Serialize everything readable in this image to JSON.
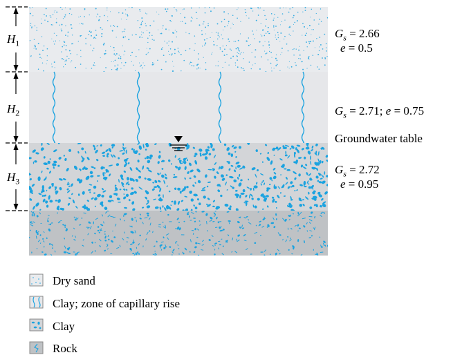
{
  "dimensions": [
    {
      "symbol": "H",
      "subscript": "1"
    },
    {
      "symbol": "H",
      "subscript": "2"
    },
    {
      "symbol": "H",
      "subscript": "3"
    }
  ],
  "layers": [
    {
      "id": "dry-sand",
      "gs_symbol": "G",
      "gs_sub": "s",
      "gs_value": "= 2.66",
      "e_symbol": "e",
      "e_value": "= 0.5"
    },
    {
      "id": "capillary",
      "gs_symbol": "G",
      "gs_sub": "s",
      "gs_value": "= 2.71;",
      "e_symbol": "e",
      "e_value": "= 0.75"
    },
    {
      "id": "clay",
      "gs_symbol": "G",
      "gs_sub": "s",
      "gs_value": "= 2.72",
      "e_symbol": "e",
      "e_value": "= 0.95"
    }
  ],
  "groundwater_label": "Groundwater table",
  "legend": [
    {
      "key": "dry-sand",
      "label": "Dry sand"
    },
    {
      "key": "capillary",
      "label": "Clay; zone of capillary rise"
    },
    {
      "key": "clay",
      "label": "Clay"
    },
    {
      "key": "rock",
      "label": "Rock"
    }
  ],
  "colors": {
    "sand_bg": "#e9ebee",
    "capillary_bg": "#e6e7ea",
    "clay_bg": "#d3d5d8",
    "rock_bg": "#bfc2c5",
    "accent_blue": "#1ba3e0"
  }
}
